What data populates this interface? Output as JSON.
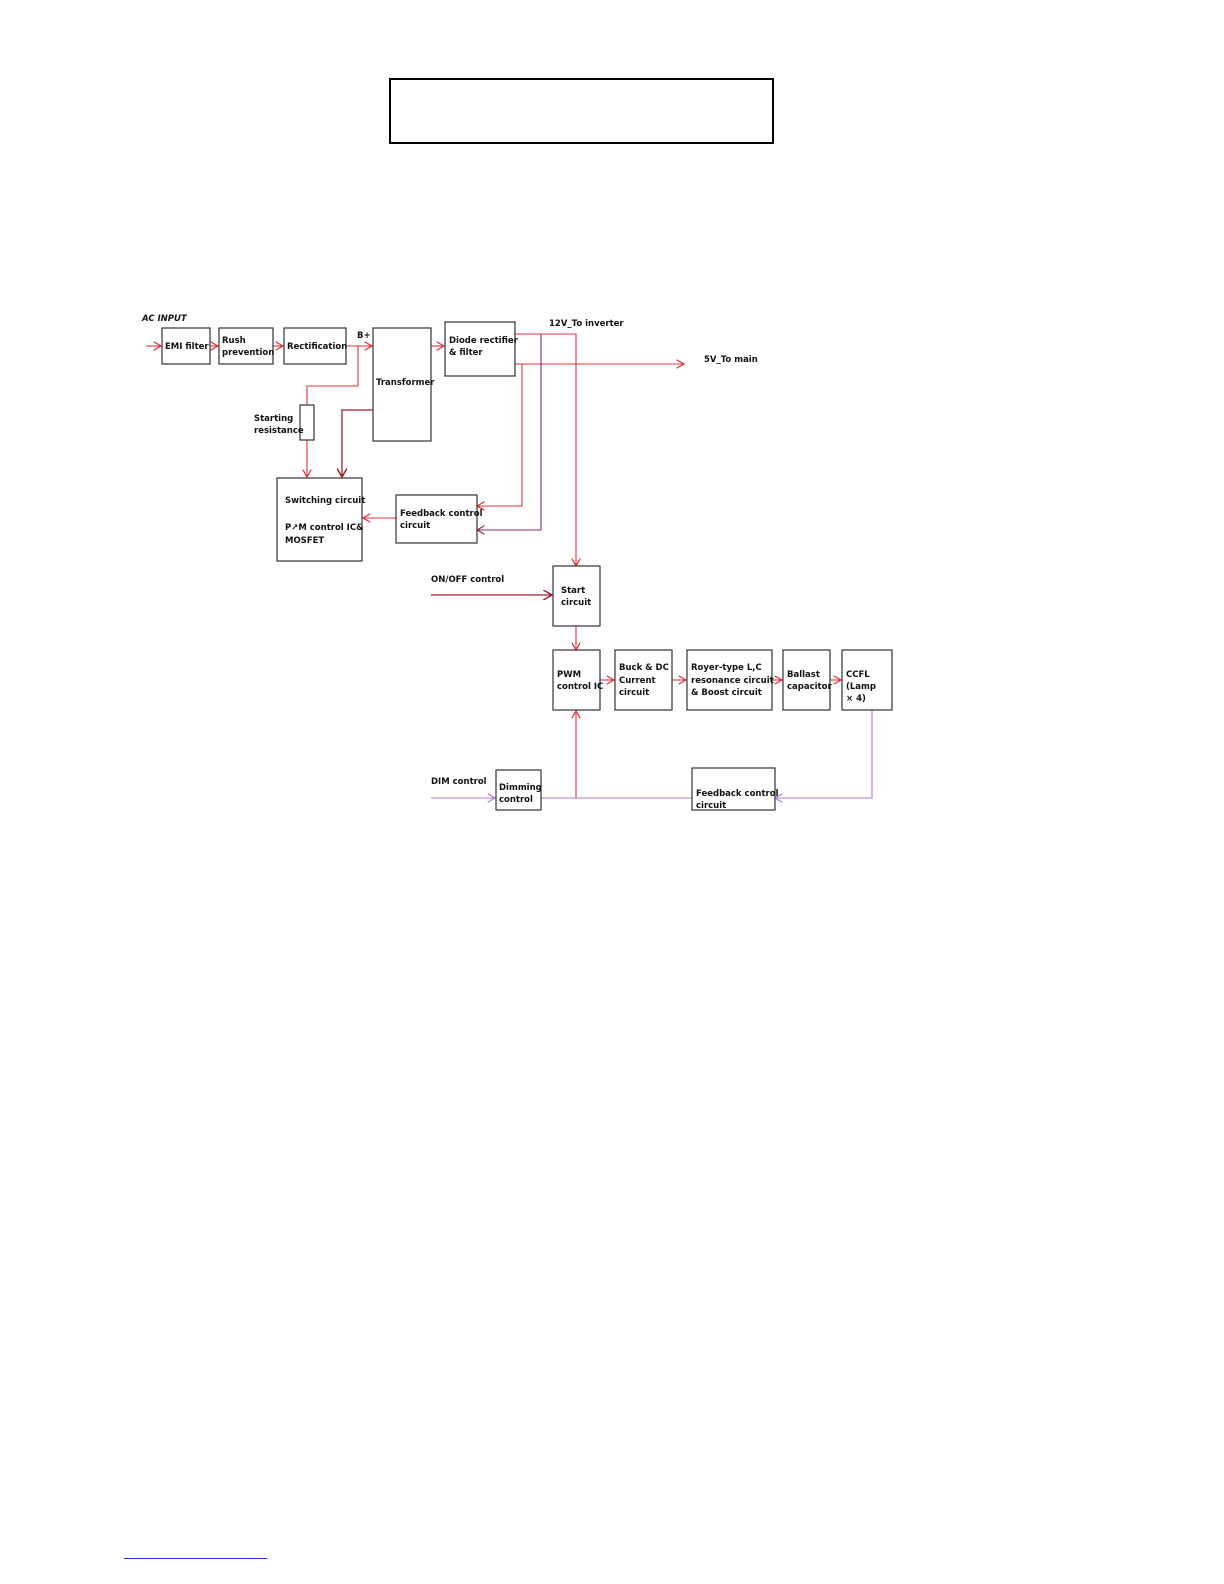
{
  "title_box": {
    "text": ""
  },
  "blocks": {
    "emi": [
      "EMI filter"
    ],
    "rush": [
      "Rush",
      "prevention"
    ],
    "rect": [
      "Rectification"
    ],
    "transformer": [
      "Transformer"
    ],
    "diode": [
      "Diode rectifier",
      "& filter"
    ],
    "switching": [
      "Switching circuit",
      "P↗M control IC&",
      "MOSFET"
    ],
    "feedback1": [
      "Feedback control",
      "circuit"
    ],
    "start": [
      "Start",
      "circuit"
    ],
    "pwm": [
      "PWM",
      "control IC"
    ],
    "buck": [
      "Buck & DC",
      "Current",
      "circuit"
    ],
    "royer": [
      "Royer-type L,C",
      "resonance circuit",
      "& Boost circuit"
    ],
    "ballast": [
      "Ballast",
      "capacitor"
    ],
    "ccfl": [
      "CCFL",
      "(Lamp",
      "× 4)"
    ],
    "dimming": [
      "Dimming",
      "control"
    ],
    "feedback2": [
      "Feedback control",
      "circuit"
    ]
  },
  "labels": {
    "ac_input": "AC INPUT",
    "b_plus": "B+",
    "v12": "12V_To inverter",
    "v5": "5V_To main",
    "starting_resistance": [
      "Starting",
      "resistance"
    ],
    "onoff": "ON/OFF control",
    "dim": "DIM control"
  },
  "colors": {
    "primary_wire": "#e0303a",
    "secondary_wire": "#8a2b6a",
    "dim_wire": "#b07ad0",
    "block_border": "#333333"
  }
}
